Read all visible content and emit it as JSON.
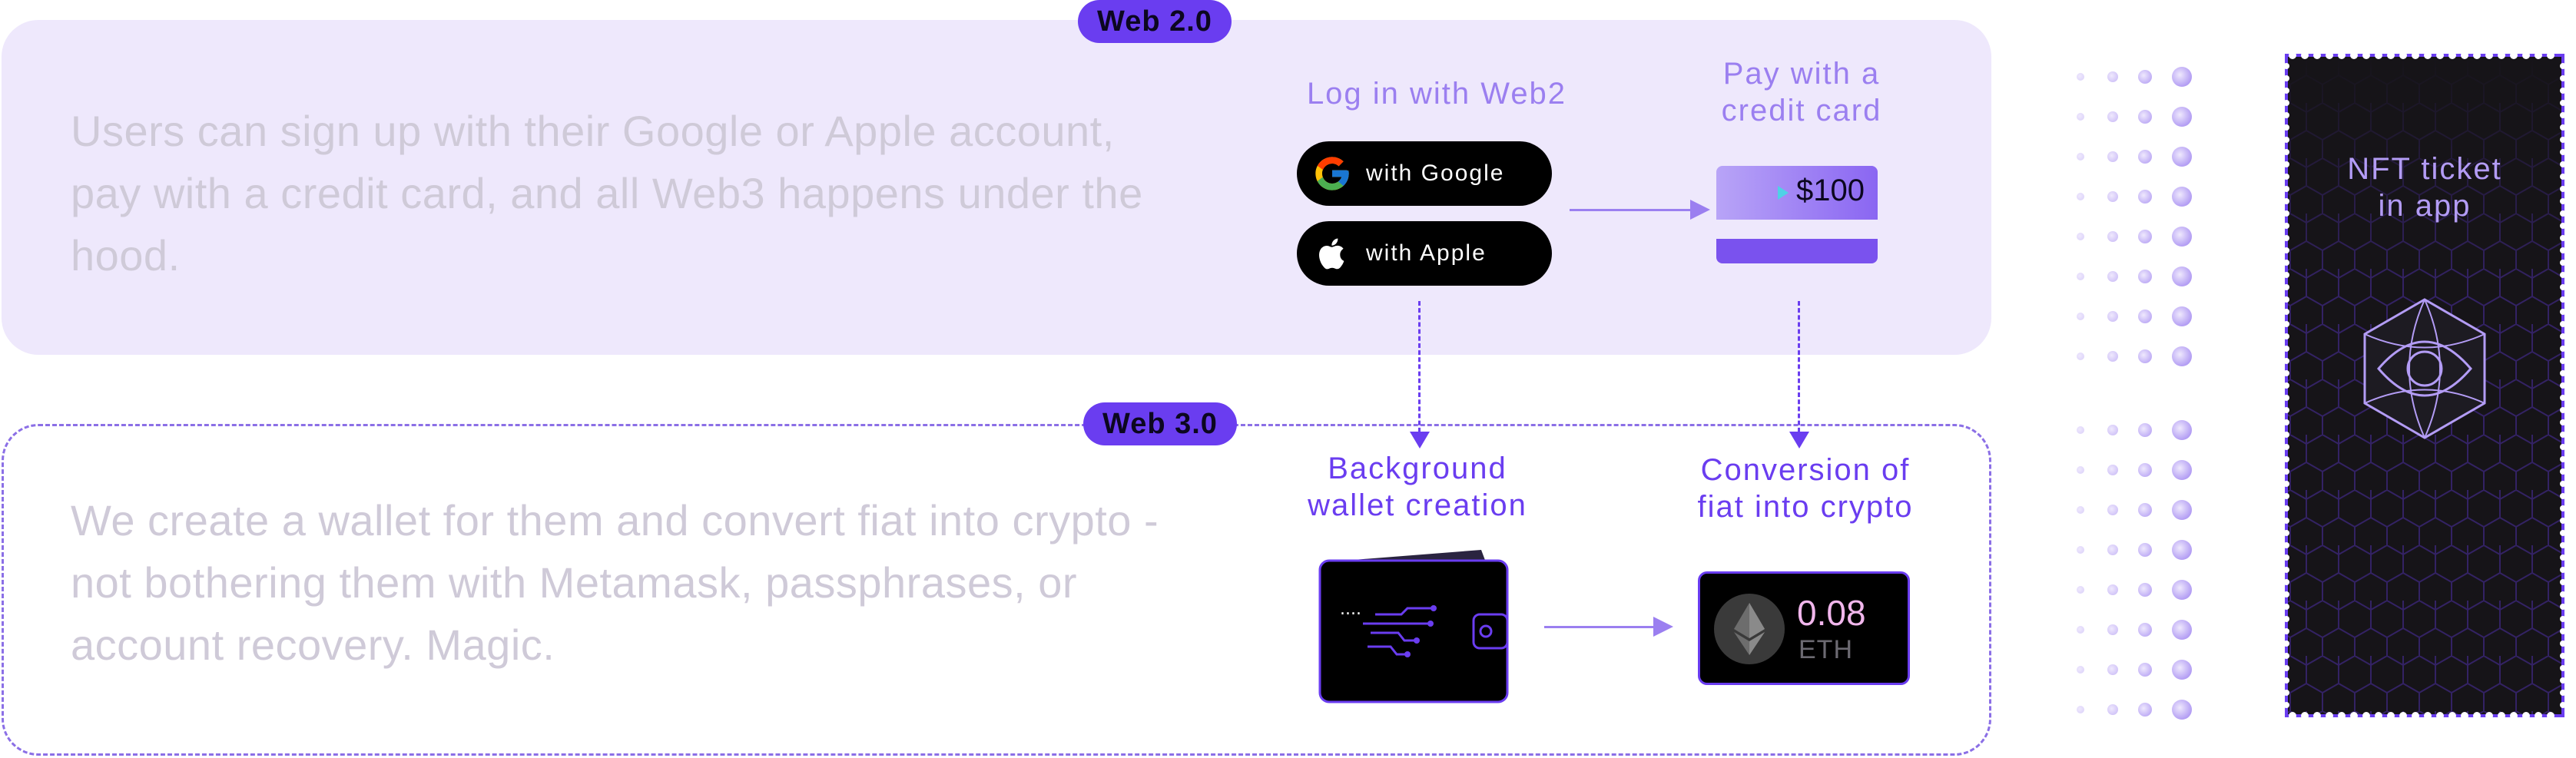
{
  "web2": {
    "badge": "Web 2.0",
    "description": "Users can sign up with their Google or Apple account, pay with a credit card, and all Web3 happens under the hood.",
    "login_label": "Log in with Web2",
    "google_button": "with Google",
    "apple_button": "with Apple",
    "pay_label_line1": "Pay with a",
    "pay_label_line2": "credit card",
    "card_amount": "$100"
  },
  "web3": {
    "badge": "Web 3.0",
    "description": "We create a wallet for them and convert fiat into crypto - not bothering them with Metamask, passphrases, or account recovery. Magic.",
    "wallet_label_line1": "Background",
    "wallet_label_line2": "wallet creation",
    "conversion_label_line1": "Conversion of",
    "conversion_label_line2": "fiat into crypto",
    "eth_amount": "0.08",
    "eth_unit": "ETH"
  },
  "ticket": {
    "title_line1": "NFT ticket",
    "title_line2": "in app"
  },
  "colors": {
    "accent": "#6a3df0",
    "light_accent": "#9b7ff0",
    "panel_bg": "#eee8fc",
    "text_muted": "#cfcad8",
    "ticket_bg": "#161418"
  }
}
